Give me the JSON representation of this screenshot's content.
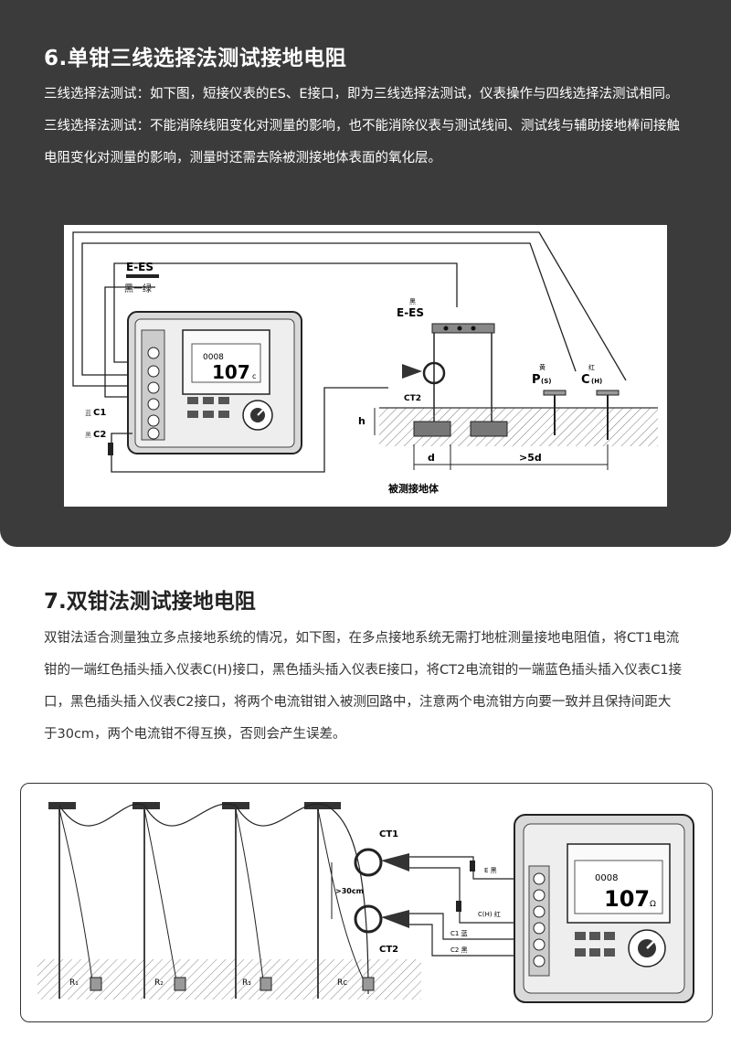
{
  "section6": {
    "title": "6.单钳三线选择法测试接地电阻",
    "text": "三线选择法测试：如下图，短接仪表的ES、E接口，即为三线选择法测试，仪表操作与四线选择法测试相同。三线选择法测试：不能消除线阻变化对测量的影响，也不能消除仪表与测试线间、测试线与辅助接地棒间接触电阻变化对测量的影响，测量时还需去除被测接地体表面的氧化层。",
    "diagram": {
      "label_e_es_top": "E-ES",
      "label_black_green": "黑一绿",
      "label_black": "黑",
      "label_e_es_clip": "E-ES",
      "label_ct2": "CT2",
      "label_c1": "C1",
      "label_c2": "C2",
      "label_c1_color": "蓝",
      "label_c2_color": "黑",
      "label_p_color": "黄",
      "label_p": "P",
      "label_p_sub": "(S)",
      "label_c_color": "红",
      "label_c": "C",
      "label_c_sub": "(H)",
      "label_h": "h",
      "label_d": "d",
      "label_5d": ">5d",
      "label_body": "被测接地体",
      "display_small": "0008",
      "display_big": "107",
      "display_unit": "c"
    }
  },
  "section7": {
    "title": "7.双钳法测试接地电阻",
    "text": "双钳法适合测量独立多点接地系统的情况，如下图，在多点接地系统无需打地桩测量接地电阻值，将CT1电流钳的一端红色插头插入仪表C(H)接口，黑色插头插入仪表E接口，将CT2电流钳的一端蓝色插头插入仪表C1接口，黑色插头插入仪表C2接口，将两个电流钳钳入被测回路中，注意两个电流钳方向要一致并且保持间距大于30cm，两个电流钳不得互换，否则会产生误差。",
    "diagram": {
      "label_ct1": "CT1",
      "label_ct2": "CT2",
      "label_30cm": ">30cm",
      "label_e": "E 黑",
      "label_ch": "C(H) 红",
      "label_c1": "C1 蓝",
      "label_c2": "C2 黑",
      "label_r1": "R₁",
      "label_r2": "R₂",
      "label_r3": "R₃",
      "label_rc": "Rc",
      "display_small": "0008",
      "display_big": "107",
      "display_unit": "Ω"
    }
  }
}
